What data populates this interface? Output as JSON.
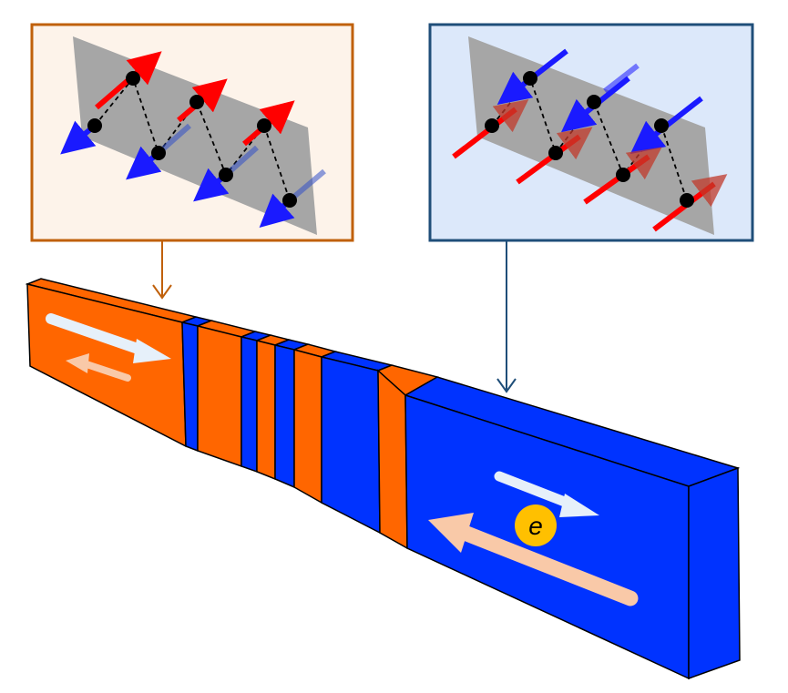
{
  "colors": {
    "orange": "#ff6600",
    "blue": "#0033ff",
    "orange_box_border": "#c0600a",
    "orange_box_fill": "#fdf3ea",
    "blue_box_border": "#1f4e79",
    "blue_box_fill": "#dce8fa",
    "plane_gray": "#a6a6a6",
    "spin_red": "#ff0000",
    "spin_blue": "#1a1aff",
    "arrow_white": "#e6f0fa",
    "arrow_pink": "#f9c9a8",
    "electron_fill": "#ffc000"
  },
  "electron": {
    "label": "e"
  },
  "insets": [
    {
      "name": "orange-domain-spin-inset",
      "domain": "orange"
    },
    {
      "name": "blue-domain-spin-inset",
      "domain": "blue"
    }
  ],
  "stripe_sequence": [
    "orange",
    "blue",
    "orange",
    "blue",
    "orange",
    "blue",
    "orange",
    "blue",
    "orange",
    "blue"
  ]
}
